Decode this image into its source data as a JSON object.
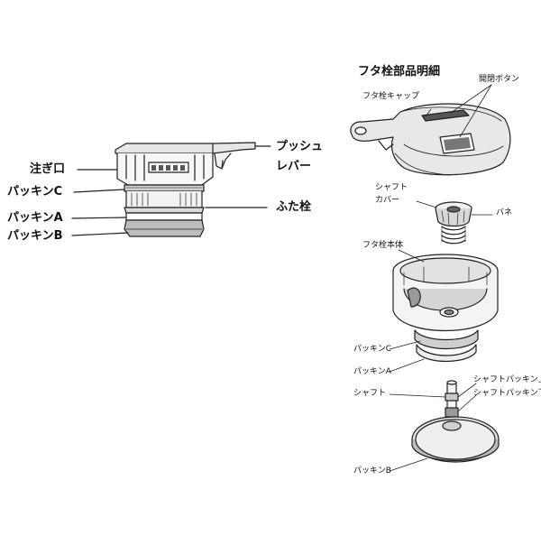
{
  "assembled": {
    "push_lever_line1": "プッシュ",
    "push_lever_line2": "レバー",
    "spout": "注ぎ口",
    "packing_c": "パッキンC",
    "packing_a": "パッキンA",
    "packing_b": "パッキンB",
    "lid_plug": "ふた栓"
  },
  "parts": {
    "title": "フタ栓部品明細",
    "open_close_button": "開閉ボタン",
    "cap": "フタ栓キャップ",
    "shaft_cover_line1": "シャフト",
    "shaft_cover_line2": "カバー",
    "spring": "バネ",
    "plug_body": "フタ栓本体",
    "packing_c": "パッキンC",
    "packing_a": "パッキンA",
    "shaft": "シャフト",
    "shaft_packing_upper": "シャフトパッキン上",
    "shaft_packing_lower": "シャフトパッキン下",
    "packing_b": "パッキンB"
  },
  "colors": {
    "line": "#222222",
    "light_fill": "#f2f2f2",
    "mid_fill": "#d0d0d0",
    "dark_fill": "#8a8a8a"
  }
}
